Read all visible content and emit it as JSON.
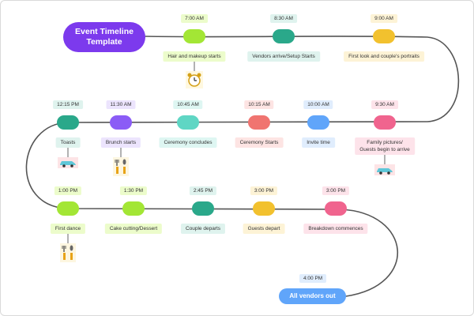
{
  "title": "Event Timeline Template",
  "end_label": "All vendors out",
  "end_time": "4:00 PM",
  "colors": {
    "path": "#555555",
    "start": "#7c3aed",
    "end": "#60a5fa"
  },
  "events": [
    {
      "time": "7:00 AM",
      "label": "Hair and makeup starts",
      "color": "#a3e635",
      "tint": "#ecfccb",
      "icon": "alarm-clock-icon"
    },
    {
      "time": "8:30 AM",
      "label": "Vendors arrive/Setup Starts",
      "color": "#2aa88a",
      "tint": "#dff3ee",
      "icon": ""
    },
    {
      "time": "9:00 AM",
      "label": "First look and couple's portraits",
      "color": "#f2c12e",
      "tint": "#fdf3d6",
      "icon": ""
    },
    {
      "time": "9:30 AM",
      "label": "Family pictures/\nGuests begin to arrive",
      "color": "#f0648e",
      "tint": "#fde3ea",
      "icon": "car-icon"
    },
    {
      "time": "10:00 AM",
      "label": "Invite time",
      "color": "#60a5fa",
      "tint": "#e0edfd",
      "icon": ""
    },
    {
      "time": "10:15 AM",
      "label": "Ceremony Starts",
      "color": "#f07470",
      "tint": "#fde4e3",
      "icon": ""
    },
    {
      "time": "10:45 AM",
      "label": "Ceremony concludes",
      "color": "#5fd6c4",
      "tint": "#def6f2",
      "icon": ""
    },
    {
      "time": "11:30 AM",
      "label": "Brunch starts",
      "color": "#8b5cf6",
      "tint": "#ece4fd",
      "icon": "cutlery-icon"
    },
    {
      "time": "12:15 PM",
      "label": "Toasts",
      "color": "#2aa88a",
      "tint": "#dff3ee",
      "icon": "car-icon"
    },
    {
      "time": "1:00 PM",
      "label": "First dance",
      "color": "#a3e635",
      "tint": "#ecfccb",
      "icon": "cutlery-icon"
    },
    {
      "time": "1:30 PM",
      "label": "Cake cutting/Dessert",
      "color": "#a3e635",
      "tint": "#ecfccb",
      "icon": ""
    },
    {
      "time": "2:45 PM",
      "label": "Couple departs",
      "color": "#2aa88a",
      "tint": "#dff3ee",
      "icon": ""
    },
    {
      "time": "3:00 PM",
      "label": "Guests depart",
      "color": "#f2c12e",
      "tint": "#fdf3d6",
      "icon": ""
    },
    {
      "time": "3:00 PM",
      "label": "Breakdown commences",
      "color": "#f0648e",
      "tint": "#fde3ea",
      "icon": ""
    }
  ]
}
